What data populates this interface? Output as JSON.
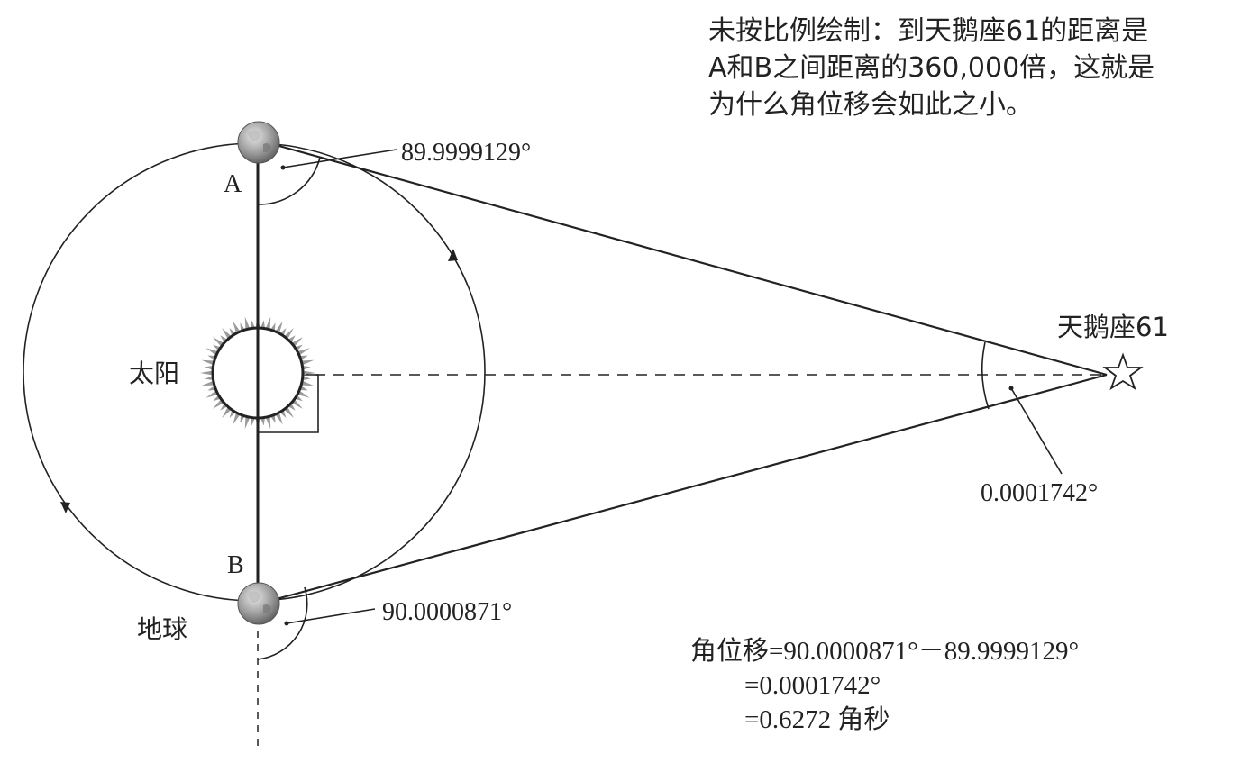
{
  "note": {
    "line1": "未按比例绘制：到天鹅座61的距离是",
    "line2": "A和B之间距离的360,000倍，这就是",
    "line3": "为什么角位移会如此之小。"
  },
  "labels": {
    "point_a": "A",
    "point_b": "B",
    "sun": "太阳",
    "earth": "地球",
    "star": "天鹅座61"
  },
  "angles": {
    "angle_a": "89.9999129°",
    "angle_b": "90.0000871°",
    "angle_star": "0.0001742°"
  },
  "formula": {
    "line1": "角位移=90.0000871°－89.9999129°",
    "line2": "=0.0001742°",
    "line3": "=0.6272 角秒"
  }
}
